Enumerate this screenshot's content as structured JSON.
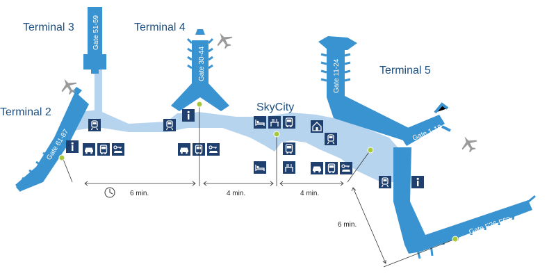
{
  "terminals": {
    "t2": "Terminal 2",
    "t3": "Terminal 3",
    "t4": "Terminal 4",
    "t5": "Terminal 5",
    "skycity": "SkyCity"
  },
  "gates": {
    "g61_87": "Gate 61-87",
    "g51_59": "Gate 51-59",
    "g30_44": "Gate 30-44",
    "g11_24": "Gate 11-24",
    "g1_10": "Gate 1-10",
    "gF26_F69": "Gate F26-F69"
  },
  "walking_times": {
    "t2_t4": "6 min.",
    "t4_skycity": "4 min.",
    "skycity_t5": "4 min.",
    "t5_pierF": "6 min."
  },
  "colors": {
    "pier": "#3993d1",
    "connector": "#b7d4ee",
    "label": "#1d4f80",
    "icon_bg": "#1f3f6e",
    "marker": "#a6c93a",
    "airplane": "#9a9a9a"
  },
  "icon_legend": [
    "info-icon",
    "train-icon",
    "taxi-icon",
    "bus-icon",
    "car-rental-icon",
    "hotel-icon",
    "restaurant-icon",
    "shopping-icon"
  ]
}
